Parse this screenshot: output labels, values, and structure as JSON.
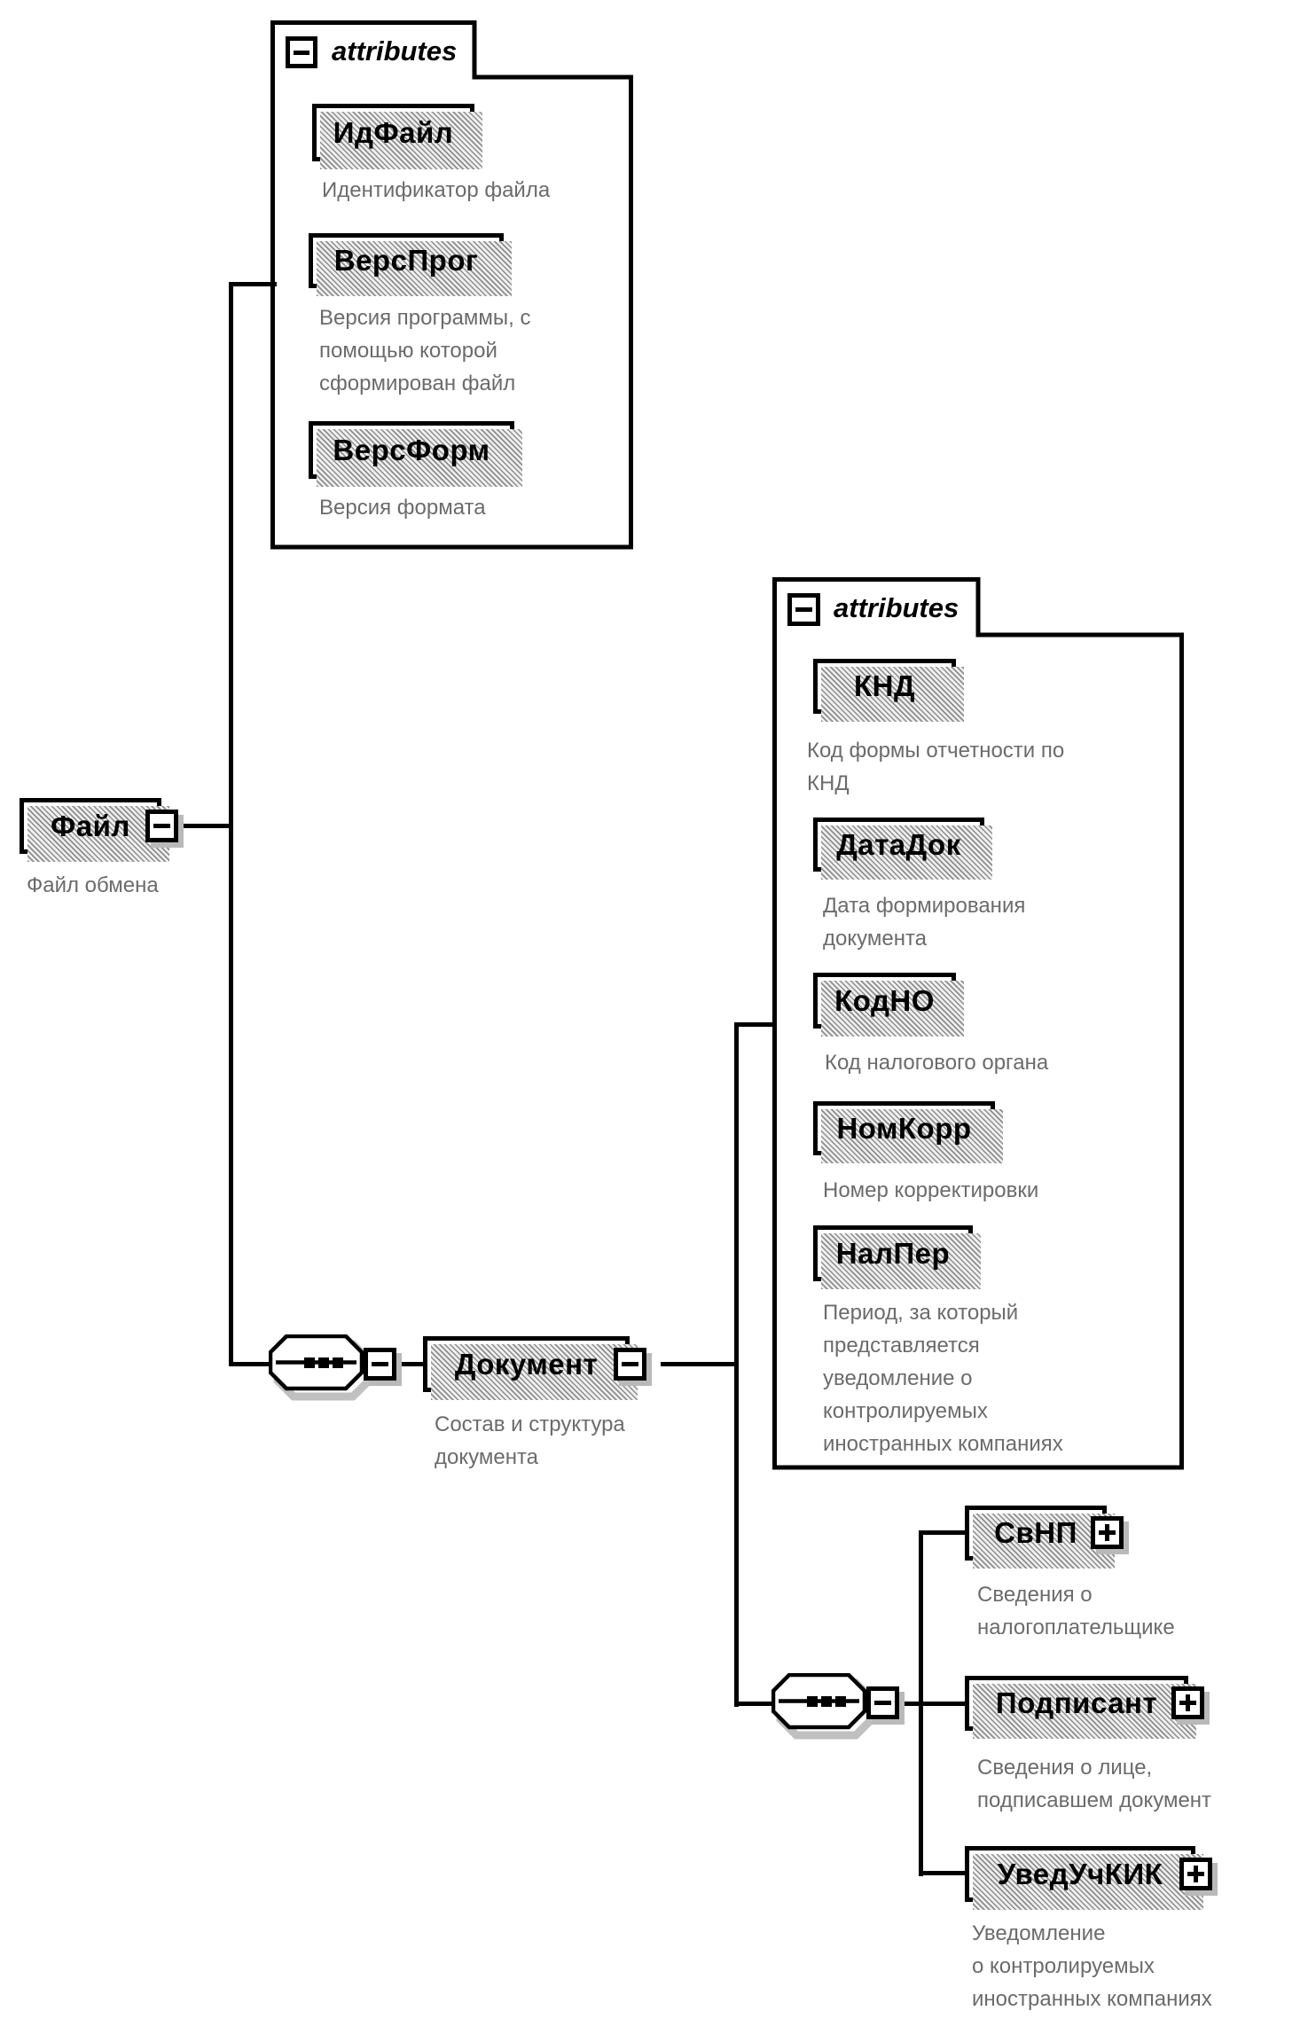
{
  "diagram": {
    "attributes_label": "attributes",
    "file": {
      "name": "Файл",
      "annotation": "Файл обмена"
    },
    "file_attributes": {
      "items": [
        {
          "name": "ИдФайл",
          "annotation": "Идентификатор файла"
        },
        {
          "name": "ВерсПрог",
          "annotation": "Версия программы, с\nпомощью которой\nсформирован файл"
        },
        {
          "name": "ВерсФорм",
          "annotation": "Версия формата"
        }
      ]
    },
    "document": {
      "name": "Документ",
      "annotation": "Состав и структура\nдокумента"
    },
    "document_attributes": {
      "items": [
        {
          "name": "КНД",
          "annotation": "Код формы отчетности по\nКНД"
        },
        {
          "name": "ДатаДок",
          "annotation": "Дата формирования\nдокумента"
        },
        {
          "name": "КодНО",
          "annotation": "Код налогового органа"
        },
        {
          "name": "НомКорр",
          "annotation": "Номер корректировки"
        },
        {
          "name": "НалПер",
          "annotation": "Период, за который\nпредставляется\nуведомление о\nконтролируемых\nиностранных компаниях"
        }
      ]
    },
    "document_children": {
      "items": [
        {
          "name": "СвНП",
          "annotation": "Сведения о\nналогоплательщике"
        },
        {
          "name": "Подписант",
          "annotation": "Сведения о лице,\nподписавшем документ"
        },
        {
          "name": "УведУчКИК",
          "annotation": "Уведомление\nо контролируемых\nиностранных компаниях"
        }
      ]
    },
    "colors": {
      "line": "#000000",
      "annotation": "#6b6b6b",
      "shadow": "#8d8d8d"
    }
  }
}
